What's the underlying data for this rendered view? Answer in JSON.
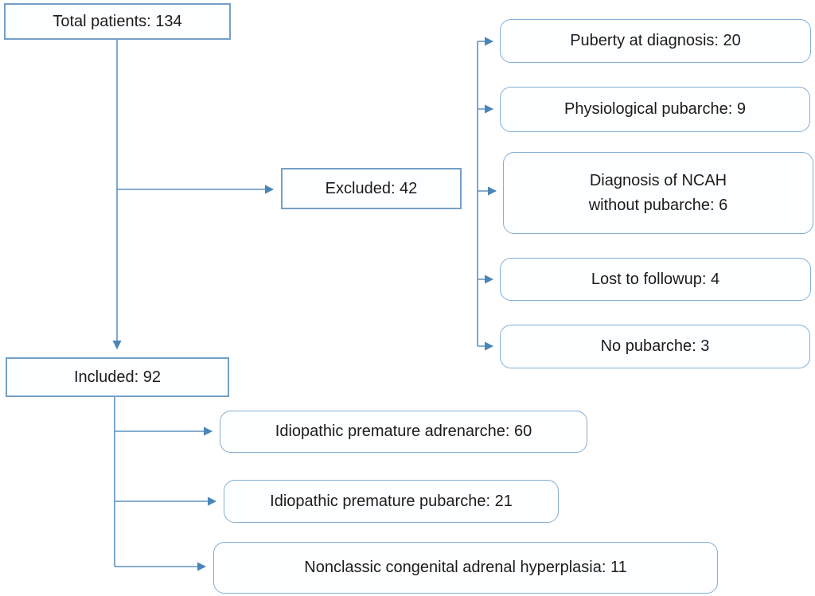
{
  "diagram": {
    "type": "flowchart",
    "description": "Patient disposition flow diagram",
    "colors": {
      "line": "#5d92c4",
      "arrowhead": "#4a85b8",
      "rect_border": "#74a0c6",
      "rounded_border": "#85aed2",
      "box_fill": "#fdfeff",
      "text": "#1c1c1c",
      "background": "#ffffff"
    },
    "nodes": {
      "total_patients": {
        "label": "Total patients: 134",
        "count": 134,
        "shape": "rect"
      },
      "excluded": {
        "label": "Excluded: 42",
        "count": 42,
        "shape": "rect"
      },
      "included": {
        "label": "Included: 92",
        "count": 92,
        "shape": "rect"
      },
      "puberty_at_diagnosis": {
        "label": "Puberty at diagnosis: 20",
        "count": 20,
        "shape": "rounded"
      },
      "physiological_pubarche": {
        "label": "Physiological pubarche: 9",
        "count": 9,
        "shape": "rounded"
      },
      "ncah_without_pubarche": {
        "label": "Diagnosis of NCAH\nwithout pubarche: 6",
        "count": 6,
        "shape": "rounded"
      },
      "lost_to_followup": {
        "label": "Lost to followup: 4",
        "count": 4,
        "shape": "rounded"
      },
      "no_pubarche": {
        "label": "No pubarche: 3",
        "count": 3,
        "shape": "rounded"
      },
      "idiopathic_premature_adrenarche": {
        "label": "Idiopathic premature adrenarche: 60",
        "count": 60,
        "shape": "rounded"
      },
      "idiopathic_premature_pubarche": {
        "label": "Idiopathic premature pubarche: 21",
        "count": 21,
        "shape": "rounded"
      },
      "nonclassic_cah": {
        "label": "Nonclassic congenital adrenal hyperplasia: 11",
        "count": 11,
        "shape": "rounded"
      }
    },
    "edges": [
      {
        "from": "total_patients",
        "to": "included"
      },
      {
        "from": "total_patients",
        "to": "excluded"
      },
      {
        "from": "excluded",
        "to": "puberty_at_diagnosis"
      },
      {
        "from": "excluded",
        "to": "physiological_pubarche"
      },
      {
        "from": "excluded",
        "to": "ncah_without_pubarche"
      },
      {
        "from": "excluded",
        "to": "lost_to_followup"
      },
      {
        "from": "excluded",
        "to": "no_pubarche"
      },
      {
        "from": "included",
        "to": "idiopathic_premature_adrenarche"
      },
      {
        "from": "included",
        "to": "idiopathic_premature_pubarche"
      },
      {
        "from": "included",
        "to": "nonclassic_cah"
      }
    ]
  }
}
